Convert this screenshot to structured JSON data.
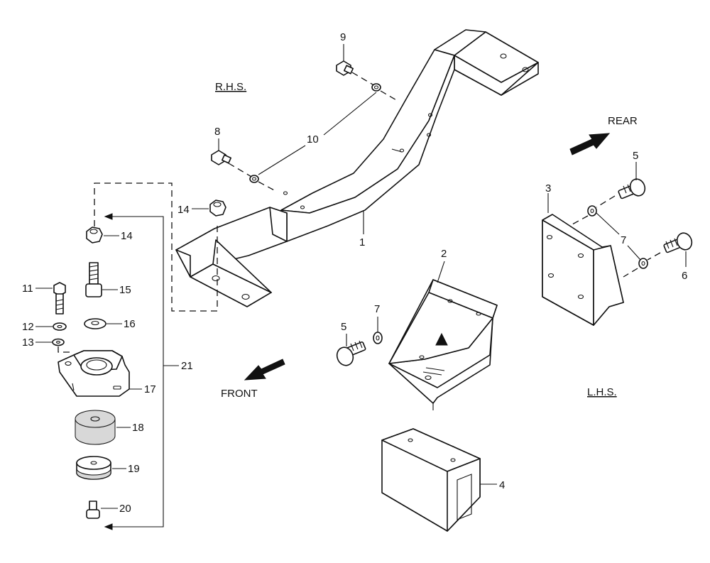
{
  "labels": {
    "rhs": "R.H.S.",
    "lhs": "L.H.S.",
    "rear": "REAR",
    "front": "FRONT"
  },
  "callouts": {
    "c1": "1",
    "c2": "2",
    "c3": "3",
    "c4": "4",
    "c5a": "5",
    "c5b": "5",
    "c6": "6",
    "c7a": "7",
    "c7b": "7",
    "c8": "8",
    "c9": "9",
    "c10": "10",
    "c11": "11",
    "c12": "12",
    "c13": "13",
    "c14a": "14",
    "c14b": "14",
    "c15": "15",
    "c16": "16",
    "c17": "17",
    "c18": "18",
    "c19": "19",
    "c20": "20",
    "c21": "21"
  }
}
